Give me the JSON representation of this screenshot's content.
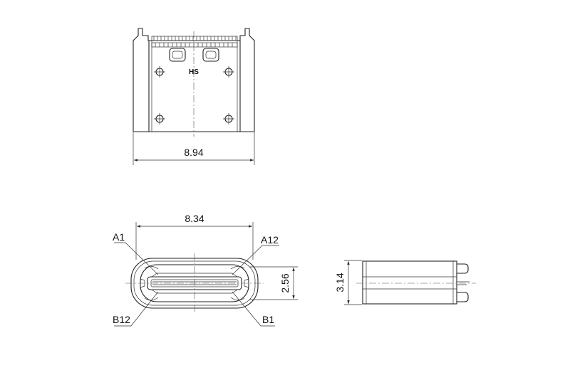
{
  "top_view": {
    "marking": "HS",
    "width_dimension": "8.94"
  },
  "front_view": {
    "width_dimension": "8.34",
    "height_dimension": "2.56",
    "pin_labels": {
      "top_left": "A1",
      "top_right": "A12",
      "bottom_left": "B12",
      "bottom_right": "B1"
    }
  },
  "side_view": {
    "height_dimension": "3.14"
  }
}
